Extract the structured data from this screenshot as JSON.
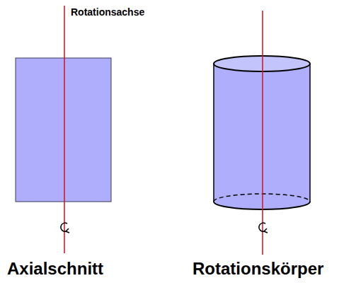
{
  "diagram": {
    "labels": [
      "Rotationsachse",
      "Axialschnitt",
      "Rotationskörper"
    ]
  }
}
